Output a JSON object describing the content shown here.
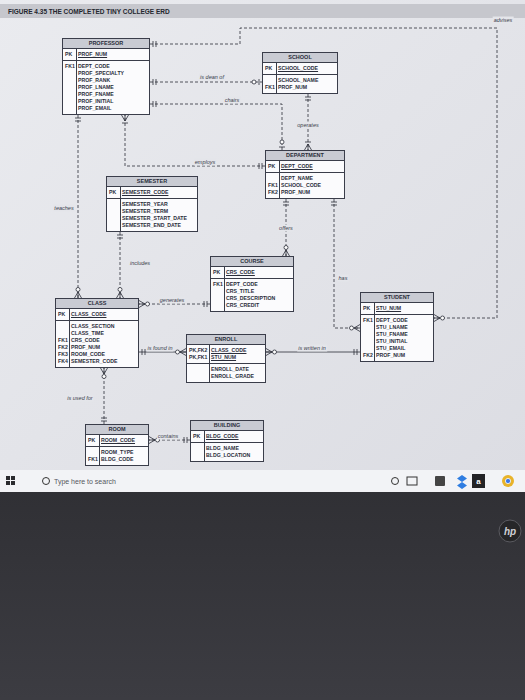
{
  "diagram": {
    "title": "FIGURE 4.35 THE COMPLETED TINY COLLEGE ERD",
    "nodes": [
      {
        "text": [
          "PROFESSOR",
          "PK",
          "PROF_NUM",
          "FK1",
          "DEPT_CODE",
          "PROF_SPECIALTY",
          "PROF_RANK",
          "PROF_LNAME",
          "PROF_FNAME",
          "PROF_INITIAL",
          "PROF_EMAIL"
        ]
      },
      {
        "text": [
          "SCHOOL",
          "PK",
          "SCHOOL_CODE",
          "SCHOOL_NAME",
          "FK1",
          "PROF_NUM"
        ]
      },
      {
        "text": [
          "DEPARTMENT",
          "PK",
          "DEPT_CODE",
          "DEPT_NAME",
          "FK1",
          "SCHOOL_CODE",
          "FK2",
          "PROF_NUM"
        ]
      },
      {
        "text": [
          "SEMESTER",
          "PK",
          "SEMESTER_CODE",
          "SEMESTER_YEAR",
          "SEMESTER_TERM",
          "SEMESTER_START_DATE",
          "SEMESTER_END_DATE"
        ]
      },
      {
        "text": [
          "COURSE",
          "PK",
          "CRS_CODE",
          "FK1",
          "DEPT_CODE",
          "CRS_TITLE",
          "CRS_DESCRIPTION",
          "CRS_CREDIT"
        ]
      },
      {
        "text": [
          "CLASS",
          "PK",
          "CLASS_CODE",
          "CLASS_SECTION",
          "CLASS_TIME",
          "FK1",
          "CRS_CODE",
          "FK2",
          "PROF_NUM",
          "FK3",
          "ROOM_CODE",
          "FK4",
          "SEMESTER_CODE"
        ]
      },
      {
        "text": [
          "STUDENT",
          "PK",
          "STU_NUM",
          "FK1",
          "DEPT_CODE",
          "STU_LNAME",
          "STU_FNAME",
          "STU_INITIAL",
          "STU_EMAIL",
          "FK2",
          "PROF_NUM"
        ]
      },
      {
        "text": [
          "ENROLL",
          "PK,FK2",
          "CLASS_CODE",
          "PK,FK1",
          "STU_NUM",
          "ENROLL_DATE",
          "ENROLL_GRADE"
        ]
      },
      {
        "text": [
          "ROOM",
          "PK",
          "ROOM_CODE",
          "ROOM_TYPE",
          "FK1",
          "BLDG_CODE"
        ]
      },
      {
        "text": [
          "BUILDING",
          "PK",
          "BLDG_CODE",
          "BLDG_NAME",
          "BLDG_LOCATION"
        ]
      }
    ],
    "edges": [
      {
        "from": 0,
        "to": 6,
        "label": "advises",
        "arrow": "none"
      },
      {
        "from": 0,
        "to": 1,
        "label": "is dean of",
        "arrow": "none"
      },
      {
        "from": 0,
        "to": 2,
        "label": "chairs",
        "arrow": "none"
      },
      {
        "from": 1,
        "to": 2,
        "label": "operates",
        "arrow": "none"
      },
      {
        "from": 2,
        "to": 0,
        "label": "employs",
        "arrow": "none"
      },
      {
        "from": 0,
        "to": 5,
        "label": "teaches",
        "arrow": "none"
      },
      {
        "from": 3,
        "to": 5,
        "label": "includes",
        "arrow": "none"
      },
      {
        "from": 2,
        "to": 4,
        "label": "offers",
        "arrow": "none"
      },
      {
        "from": 2,
        "to": 6,
        "label": "has",
        "arrow": "none"
      },
      {
        "from": 4,
        "to": 5,
        "label": "generates",
        "arrow": "none"
      },
      {
        "from": 5,
        "to": 7,
        "label": "is found in",
        "arrow": "none"
      },
      {
        "from": 6,
        "to": 7,
        "label": "is written in",
        "arrow": "none"
      },
      {
        "from": 8,
        "to": 5,
        "label": "is used for",
        "arrow": "none"
      },
      {
        "from": 9,
        "to": 8,
        "label": "contains",
        "arrow": "none"
      }
    ],
    "labels": [
      "Type here to search",
      "a",
      "hp"
    ]
  }
}
